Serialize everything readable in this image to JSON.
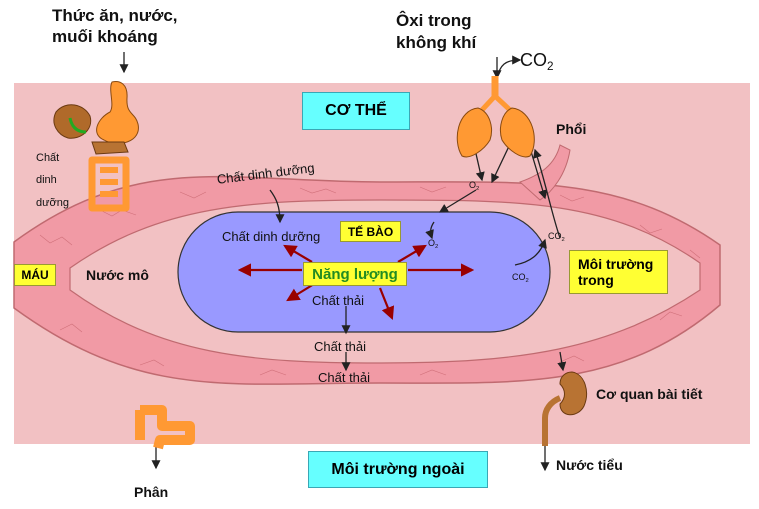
{
  "labels": {
    "food_input": "Thức ăn, nước,",
    "food_input_2": "muối khoáng",
    "oxygen_input": "Ôxi trong",
    "oxygen_input_2": "không khí",
    "co2_main": "CO",
    "co2_main_sub": "2",
    "body_title": "CƠ THỂ",
    "lung": "Phổi",
    "nutrient_1": "Chất",
    "nutrient_2": "dinh",
    "nutrient_3": "dưỡng",
    "nutrient_vessel": "Chất dinh dưỡng",
    "o2_lung_a": "O",
    "o2_lung_b": "2",
    "cell_title": "TẾ BÀO",
    "nutrient_cell": "Chất dinh dưỡng",
    "o2_cell_a": "O",
    "o2_cell_b": "2",
    "co2_vessel_a": "CO",
    "co2_vessel_b": "2",
    "co2_cell_a": "CO",
    "co2_cell_b": "2",
    "blood": "MÁU",
    "tissue_fluid": "Nước mô",
    "energy": "Năng lượng",
    "inner_env_1": "Môi trường",
    "inner_env_2": "trong",
    "waste_cell": "Chất thải",
    "waste_mid": "Chất thải",
    "waste_vessel": "Chất thải",
    "excretory": "Cơ quan bài tiết",
    "outer_env": "Môi trường ngoài",
    "urine": "Nước tiểu",
    "feces": "Phân"
  },
  "colors": {
    "body_bg": "#f2c1c3",
    "vessel": "#f19aa5",
    "cell": "#9999ff",
    "organ": "#ff9933",
    "kidney": "#b87333",
    "title_box": "#66ffff",
    "label_box": "#ffff33",
    "arrow_energy": "#990000"
  },
  "icons": [
    "stomach-intestine-icon",
    "lungs-icon",
    "kidney-icon",
    "colon-icon"
  ]
}
